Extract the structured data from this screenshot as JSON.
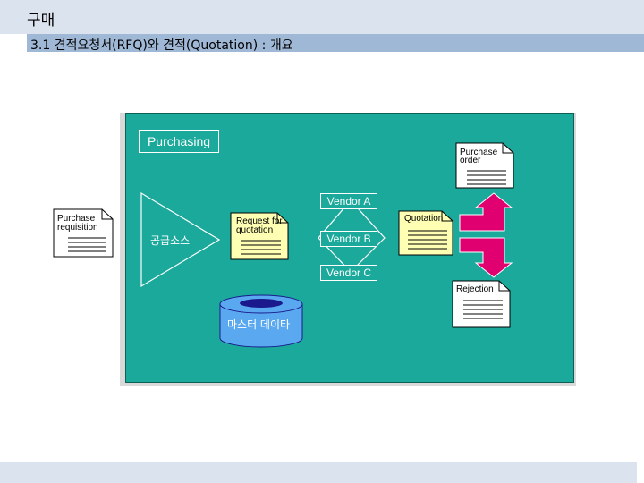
{
  "header": {
    "title": "구매",
    "subtitle": "3.1 견적요청서(RFQ)와 견적(Quotation) : 개요"
  },
  "diagram": {
    "purchasing_label": "Purchasing",
    "supply_source_label": "공급소스",
    "master_data_label": "마스터 데이타",
    "vendors": [
      "Vendor A",
      "Vendor B",
      "Vendor C"
    ],
    "documents": {
      "purchase_requisition": [
        "Purchase",
        "requisition"
      ],
      "request_for_quotation": [
        "Request for",
        "quotation"
      ],
      "quotation": [
        "Quotation"
      ],
      "purchase_order": [
        "Purchase",
        "order"
      ],
      "rejection": [
        "Rejection"
      ]
    },
    "colors": {
      "panel_teal": "#1aa99b",
      "document_white": "#ffffff",
      "document_yellow": "#ffffb3",
      "arrow_magenta": "#e0006f",
      "database_blue": "#5aa9f0",
      "database_dark": "#1a1a8c"
    }
  }
}
